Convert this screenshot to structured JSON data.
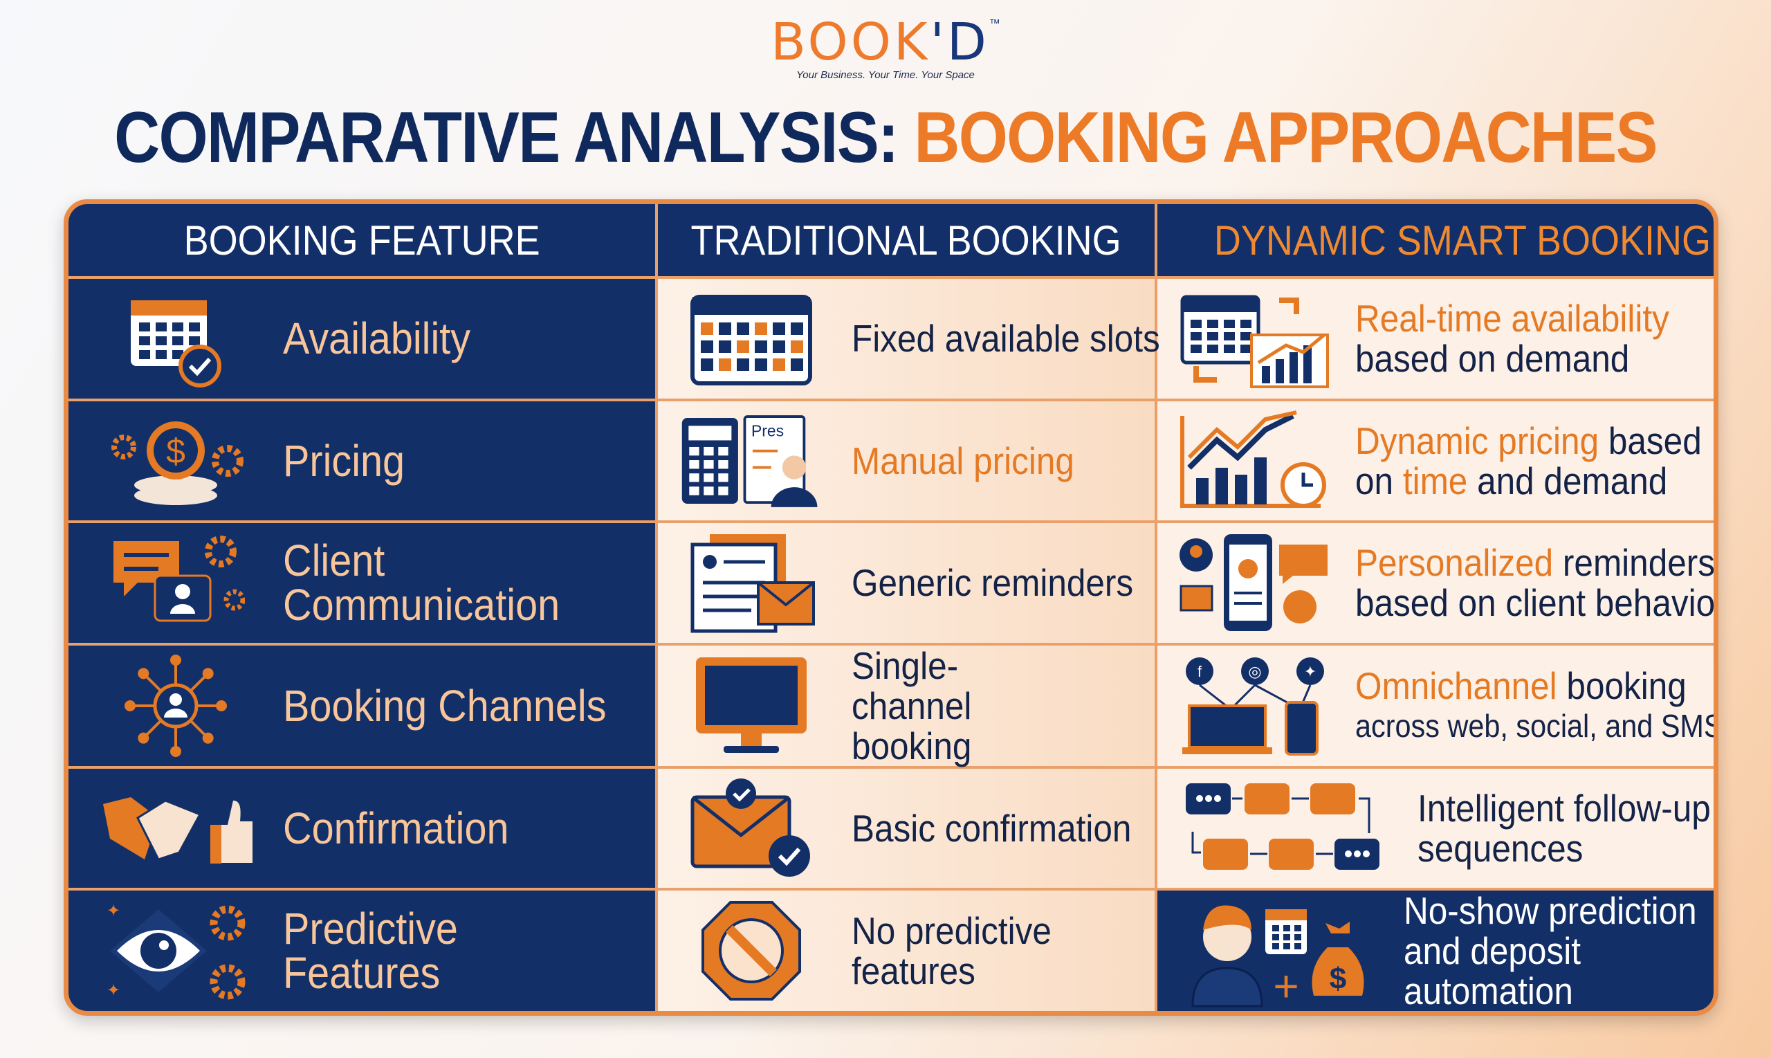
{
  "logo": {
    "brand_main": "BOOK",
    "brand_end": "'D",
    "tm": "™",
    "tagline": "Your Business. Your Time. Your Space"
  },
  "title": {
    "part1": "COMPARATIVE ANALYSIS: ",
    "part2": "BOOKING APPROACHES"
  },
  "headers": [
    "BOOKING FEATURE",
    "TRADITIONAL BOOKING",
    "DYNAMIC SMART BOOKING"
  ],
  "colors": {
    "navy": "#132f68",
    "orange": "#e57a24",
    "peach": "#fdf0e6"
  },
  "rows": [
    {
      "feature": "Availability",
      "feature_icon": "calendar-check-icon",
      "traditional": "Fixed available slots",
      "traditional_icon": "calendar-icon",
      "smart_icon": "calendar-chart-icon",
      "smart": [
        [
          "Real-time availability"
        ],
        [
          "based on demand"
        ]
      ]
    },
    {
      "feature": "Pricing",
      "feature_icon": "coins-gear-icon",
      "traditional": "Manual pricing",
      "traditional_icon": "calculator-price-list-icon",
      "smart_icon": "rising-chart-clock-icon",
      "smart": [
        [
          "Dynamic pricing",
          " based"
        ],
        [
          "on ",
          "time",
          " and demand"
        ]
      ]
    },
    {
      "feature": "Client Communication",
      "feature_icon": "chat-gear-icon",
      "traditional": "Generic reminders",
      "traditional_icon": "document-mail-icon",
      "smart_icon": "phone-profile-icon",
      "smart": [
        [
          "Personalized",
          " reminders"
        ],
        [
          "based on client behavior"
        ]
      ]
    },
    {
      "feature": "Booking Channels",
      "feature_icon": "network-user-icon",
      "traditional": "Single-channel booking",
      "traditional_icon": "monitor-icon",
      "smart_icon": "omnichannel-devices-icon",
      "smart": [
        [
          "Omnichannel",
          " booking"
        ],
        [
          "across web, social, and SMS"
        ]
      ]
    },
    {
      "feature": "Confirmation",
      "feature_icon": "handshake-thumbs-up-icon",
      "traditional": "Basic confirmation",
      "traditional_icon": "mail-check-icon",
      "smart_icon": "chat-sequence-icon",
      "smart": [
        [
          "Intelligent follow-up"
        ],
        [
          "sequences"
        ]
      ]
    },
    {
      "feature": "Predictive Features",
      "feature_icon": "eye-gear-icon",
      "traditional": "No predictive features",
      "traditional_icon": "prohibited-icon",
      "smart_icon": "person-calendar-money-icon",
      "smart": [
        [
          "No-show prediction"
        ],
        [
          "and deposit"
        ],
        [
          "automation"
        ]
      ]
    }
  ]
}
